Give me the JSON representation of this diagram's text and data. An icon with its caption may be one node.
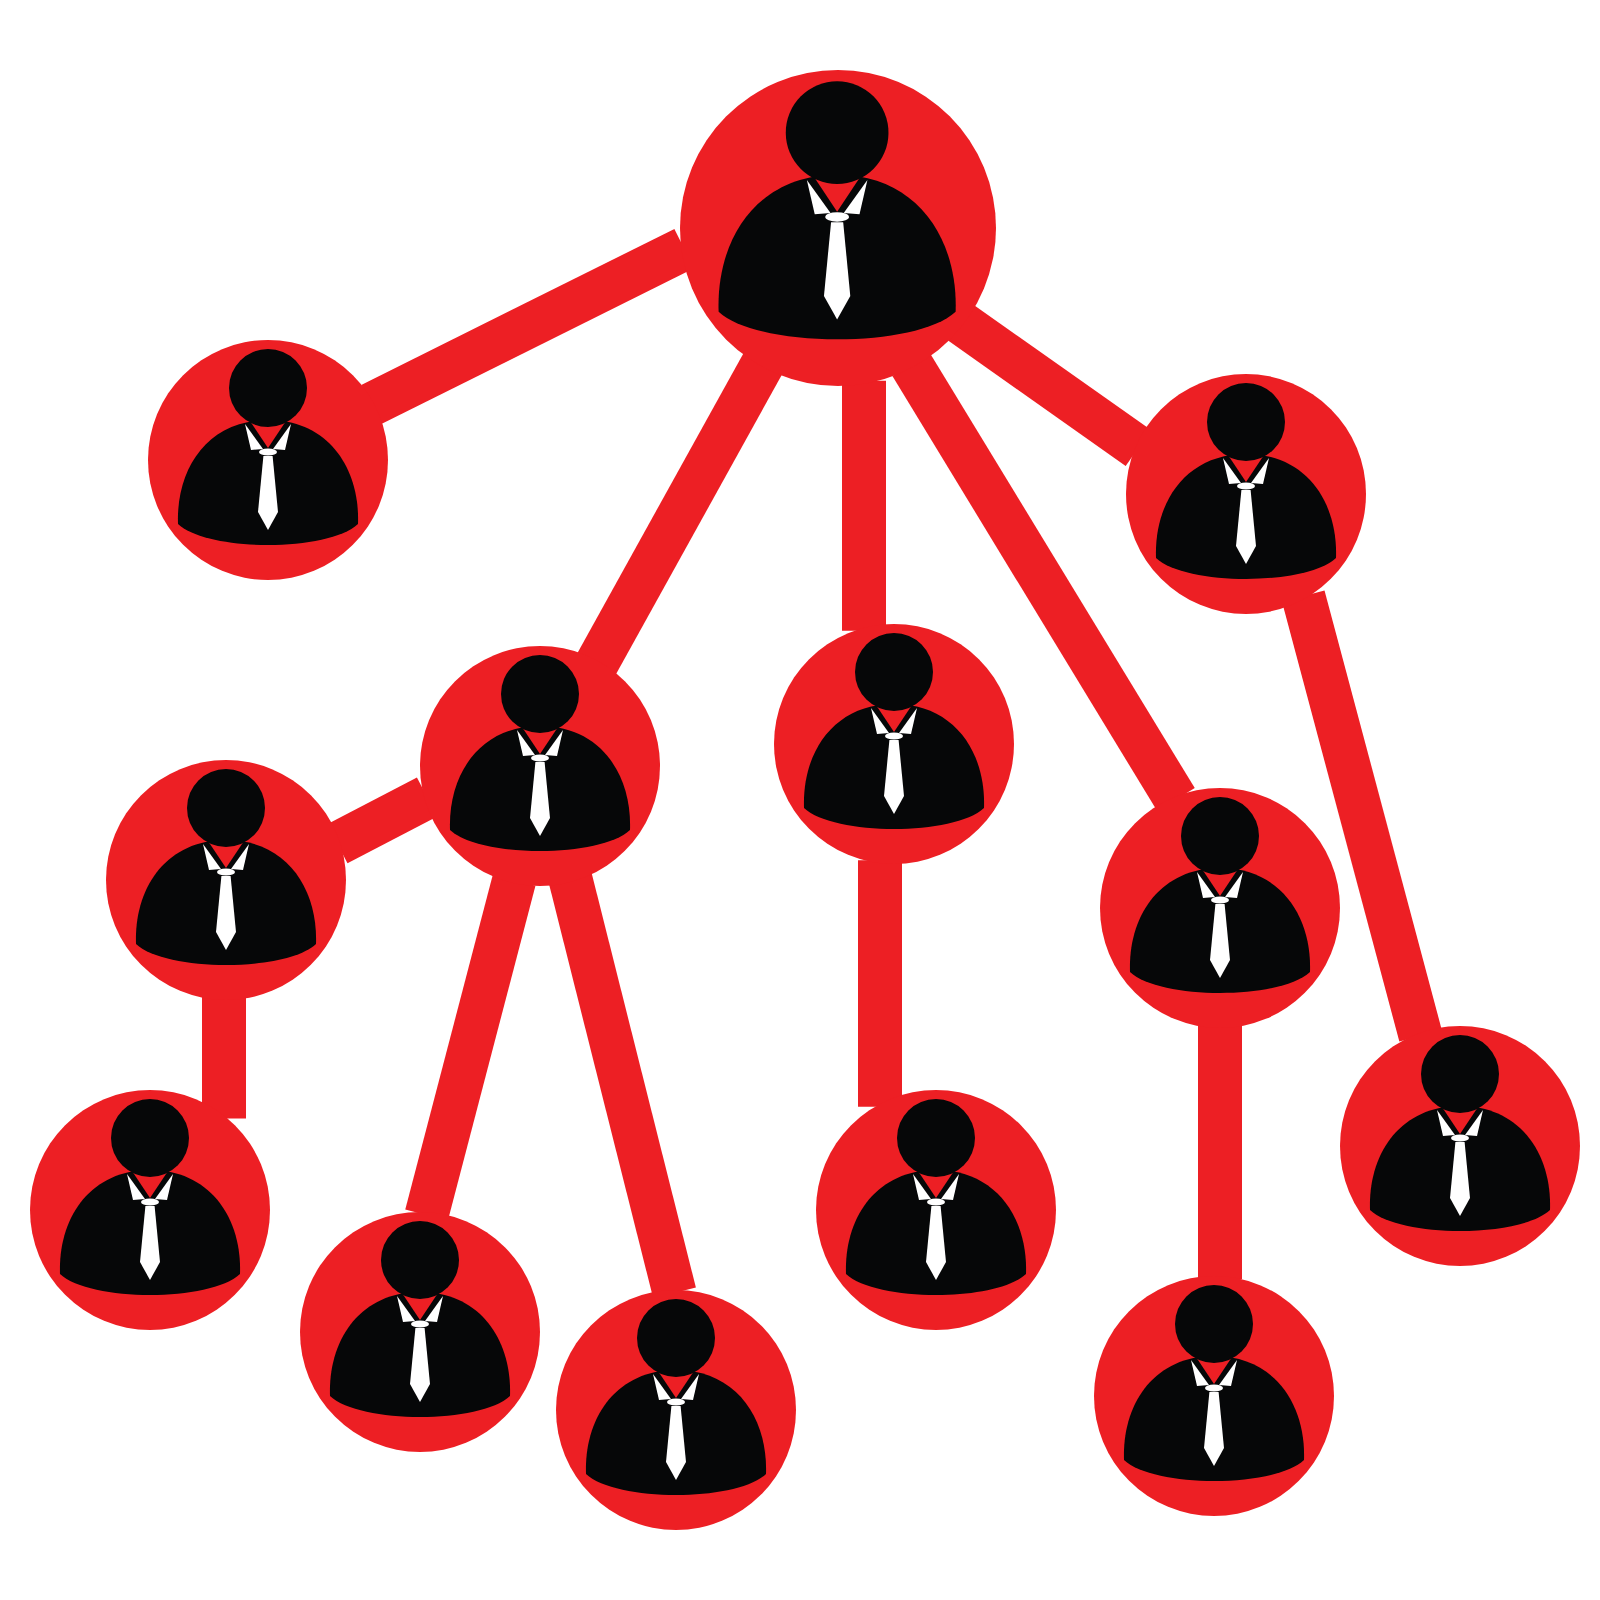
{
  "diagram": {
    "nodes": [
      {
        "text": [],
        "shape": "person"
      },
      {
        "text": [],
        "shape": "person"
      },
      {
        "text": [],
        "shape": "person"
      },
      {
        "text": [],
        "shape": "person"
      },
      {
        "text": [],
        "shape": "person"
      },
      {
        "text": [],
        "shape": "person"
      },
      {
        "text": [],
        "shape": "person"
      },
      {
        "text": [],
        "shape": "person"
      },
      {
        "text": [],
        "shape": "person"
      },
      {
        "text": [],
        "shape": "person"
      },
      {
        "text": [],
        "shape": "person"
      },
      {
        "text": [],
        "shape": "person"
      },
      {
        "text": [],
        "shape": "person"
      }
    ],
    "edges": [
      {
        "from": 0,
        "to": 1,
        "arrow": "none"
      },
      {
        "from": 0,
        "to": 2,
        "arrow": "none"
      },
      {
        "from": 0,
        "to": 4,
        "arrow": "none"
      },
      {
        "from": 0,
        "to": 5,
        "arrow": "none"
      },
      {
        "from": 0,
        "to": 6,
        "arrow": "none"
      },
      {
        "from": 2,
        "to": 12,
        "arrow": "none"
      },
      {
        "from": 4,
        "to": 3,
        "arrow": "none"
      },
      {
        "from": 4,
        "to": 8,
        "arrow": "none"
      },
      {
        "from": 4,
        "to": 9,
        "arrow": "none"
      },
      {
        "from": 3,
        "to": 7,
        "arrow": "none"
      },
      {
        "from": 5,
        "to": 10,
        "arrow": "none"
      },
      {
        "from": 6,
        "to": 11,
        "arrow": "none"
      }
    ]
  }
}
